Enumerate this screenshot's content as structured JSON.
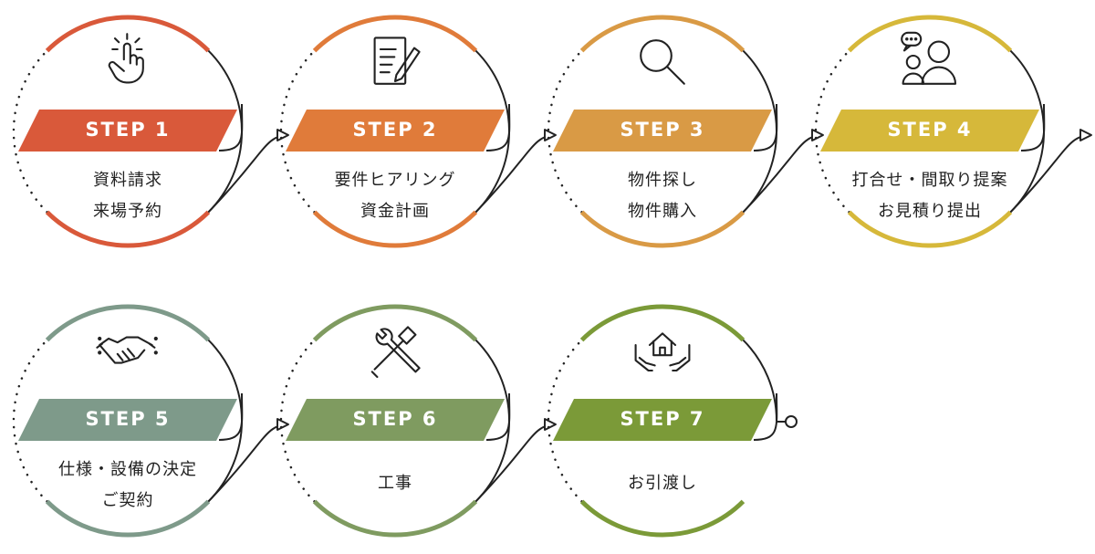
{
  "steps": [
    {
      "label": "STEP 1",
      "lines": [
        "資料請求",
        "来場予約"
      ],
      "color": "#d9593a",
      "icon": "tap-finger-icon"
    },
    {
      "label": "STEP 2",
      "lines": [
        "要件ヒアリング",
        "資金計画"
      ],
      "color": "#e07b3a",
      "icon": "document-pencil-icon"
    },
    {
      "label": "STEP 3",
      "lines": [
        "物件探し",
        "物件購入"
      ],
      "color": "#d99a45",
      "icon": "magnifier-icon"
    },
    {
      "label": "STEP 4",
      "lines": [
        "打合せ・間取り提案",
        "お見積り提出"
      ],
      "color": "#d6b83a",
      "icon": "people-chat-icon"
    },
    {
      "label": "STEP 5",
      "lines": [
        "仕様・設備の決定",
        "ご契約"
      ],
      "color": "#7e9a8a",
      "icon": "handshake-icon"
    },
    {
      "label": "STEP 6",
      "lines": [
        "工事"
      ],
      "color": "#7f9b60",
      "icon": "tools-icon"
    },
    {
      "label": "STEP 7",
      "lines": [
        "お引渡し"
      ],
      "color": "#7b9a38",
      "icon": "house-hands-icon"
    }
  ]
}
